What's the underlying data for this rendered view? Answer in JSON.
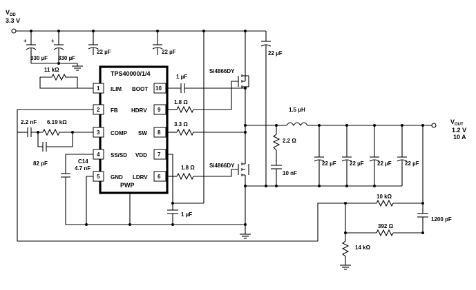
{
  "supply": {
    "name_main": "V",
    "name_sub": "DD",
    "value": "3.3 V"
  },
  "output": {
    "name_main": "V",
    "name_sub": "OUT",
    "voltage": "1.2 V",
    "current": "10 A"
  },
  "ic": {
    "part": "TPS40000/1/4",
    "pins": [
      {
        "num": "1",
        "name": "ILIM"
      },
      {
        "num": "2",
        "name": "FB"
      },
      {
        "num": "3",
        "name": "COMP"
      },
      {
        "num": "4",
        "name": "SS/SD"
      },
      {
        "num": "5",
        "name": "GND"
      },
      {
        "num": "10",
        "name": "BOOT"
      },
      {
        "num": "9",
        "name": "HDRV"
      },
      {
        "num": "8",
        "name": "SW"
      },
      {
        "num": "7",
        "name": "VDD"
      },
      {
        "num": "6",
        "name": "LDRV"
      }
    ],
    "pwp": "PWP"
  },
  "mosfets": {
    "high": "Si4866DY",
    "low": "Si4866DY"
  },
  "components": {
    "c_in1": "330 µF",
    "c_in2": "330 µF",
    "c_in3": "22 µF",
    "c_in4": "22 µF",
    "c_in5": "22 µF",
    "r_ilim": "11 kΩ",
    "c_boot": "1 µF",
    "r_hdrv": "1.8 Ω",
    "r_sw": "3.3 Ω",
    "r_ldrv": "1.8 Ω",
    "c_comp1": "2.2 nF",
    "r_comp": "6.19 kΩ",
    "c_comp2": "82 pF",
    "c14_name": "C14",
    "c14_value": "4.7 nF",
    "c_vdd": "1 µF",
    "inductor": "1.5 µH",
    "r_snub": "2.2 Ω",
    "c_snub": "10 nF",
    "c_out": [
      "22 µF",
      "22 µF",
      "22 µF",
      "22 µF"
    ],
    "r_fb_top": "10 kΩ",
    "r_fb_mid": "392 Ω",
    "r_fb_bot": "14 kΩ",
    "c_ff": "1200 pF"
  }
}
